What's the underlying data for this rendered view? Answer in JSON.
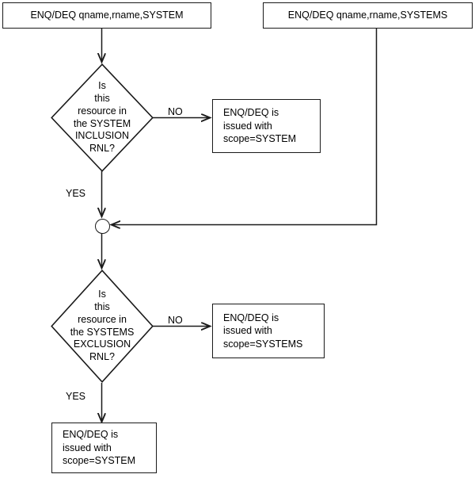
{
  "diagram": {
    "title": "ENQ/DEQ scope resolution via RNL",
    "type": "flowchart",
    "stroke_color": "#1a1a1a",
    "background_color": "#ffffff",
    "text_color": "#000000"
  },
  "nodes": {
    "start_system": {
      "shape": "process",
      "text": "ENQ/DEQ qname,rname,SYSTEM"
    },
    "start_systems": {
      "shape": "process",
      "text": "ENQ/DEQ qname,rname,SYSTEMS"
    },
    "decision_inclusion": {
      "shape": "decision",
      "text": "Is\nthis\nresource in\nthe SYSTEM\nINCLUSION\nRNL?"
    },
    "result_scope_system_no": {
      "shape": "process",
      "text": "ENQ/DEQ is\nissued with\nscope=SYSTEM"
    },
    "junction": {
      "shape": "connector",
      "text": ""
    },
    "decision_exclusion": {
      "shape": "decision",
      "text": "Is\nthis\nresource in\nthe SYSTEMS\nEXCLUSION\nRNL?"
    },
    "result_scope_systems_no": {
      "shape": "process",
      "text": "ENQ/DEQ is\nissued with\nscope=SYSTEMS"
    },
    "result_scope_system_yes": {
      "shape": "process",
      "text": "ENQ/DEQ is\nissued with\nscope=SYSTEM"
    }
  },
  "edge_labels": {
    "inclusion_no": "NO",
    "inclusion_yes": "YES",
    "exclusion_no": "NO",
    "exclusion_yes": "YES"
  }
}
